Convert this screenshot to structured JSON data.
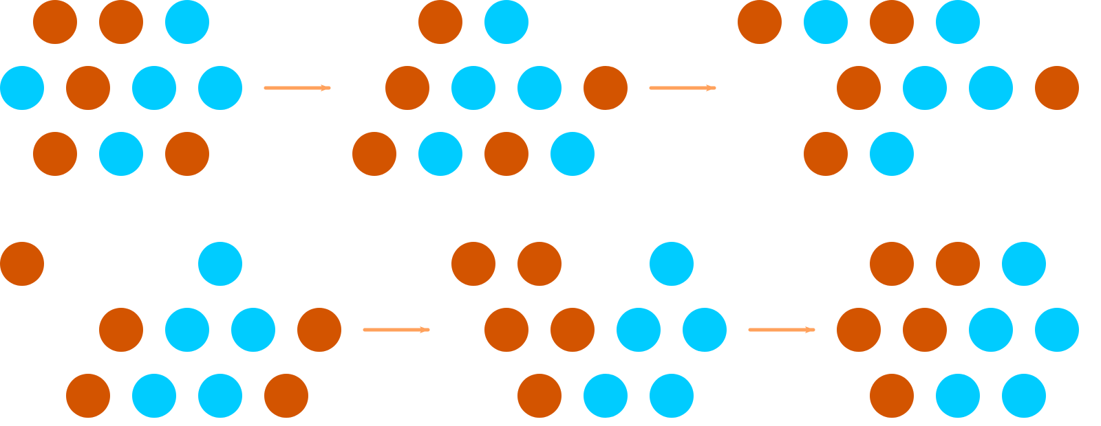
{
  "colors": {
    "orange": "#D35400",
    "cyan": "#00CCFF",
    "arrow": "#FFA15C",
    "background": "#FFFFFF"
  },
  "rows": [
    {
      "name": "top-sequence",
      "stages": [
        {
          "name": "stage-1",
          "grid": [
            [
              "orange",
              "orange",
              "cyan"
            ],
            [
              "cyan",
              "orange",
              "cyan",
              "cyan"
            ],
            [
              "orange",
              "cyan",
              "orange"
            ]
          ]
        },
        {
          "name": "stage-2",
          "grid": [
            [
              "orange",
              "cyan"
            ],
            [
              "orange",
              "cyan",
              "cyan",
              "orange"
            ],
            [
              "orange",
              "cyan",
              "orange",
              "cyan"
            ]
          ]
        },
        {
          "name": "stage-3",
          "grid": [
            [
              "orange",
              "cyan",
              "orange",
              "cyan"
            ],
            [
              "orange",
              "cyan",
              "cyan",
              "orange"
            ],
            [
              "orange",
              "cyan"
            ]
          ]
        }
      ]
    },
    {
      "name": "bottom-sequence",
      "stages": [
        {
          "name": "stage-1",
          "grid": [
            [
              "orange",
              "cyan"
            ],
            [
              "orange",
              "cyan",
              "cyan",
              "orange"
            ],
            [
              "orange",
              "cyan",
              "cyan",
              "orange"
            ]
          ]
        },
        {
          "name": "stage-2",
          "grid": [
            [
              "orange",
              "orange",
              "cyan"
            ],
            [
              "orange",
              "orange",
              "cyan",
              "cyan"
            ],
            [
              "orange",
              "cyan",
              "cyan"
            ]
          ]
        },
        {
          "name": "stage-3",
          "grid": [
            [
              "orange",
              "orange",
              "cyan"
            ],
            [
              "orange",
              "orange",
              "cyan",
              "cyan"
            ],
            [
              "orange",
              "cyan",
              "cyan"
            ]
          ]
        }
      ]
    }
  ]
}
